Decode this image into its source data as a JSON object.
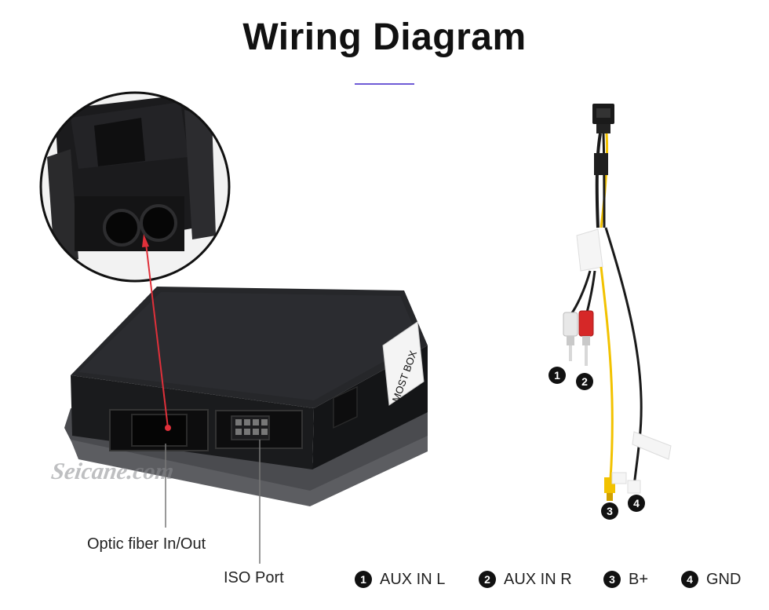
{
  "header": {
    "title": "Wiring Diagram"
  },
  "box": {
    "label": "MOST BOX",
    "watermark": "Seicane.com"
  },
  "callouts": {
    "optic_fiber": "Optic fiber In/Out",
    "iso_port": "ISO Port"
  },
  "wire_badges": [
    "1",
    "2",
    "3",
    "4"
  ],
  "legend": [
    {
      "number": "1",
      "label": "AUX IN L"
    },
    {
      "number": "2",
      "label": "AUX IN R"
    },
    {
      "number": "3",
      "label": "B+"
    },
    {
      "number": "4",
      "label": "GND"
    }
  ],
  "colors": {
    "accent_underline": "#6f5bd6",
    "pointer_red": "#e0303a",
    "box_body": "#1e1f22",
    "box_base": "#4a4b4f",
    "wire_yellow": "#f2c200",
    "wire_black": "#1a1a1a",
    "rca_red": "#d62828",
    "rca_white": "#e8e8e8"
  }
}
